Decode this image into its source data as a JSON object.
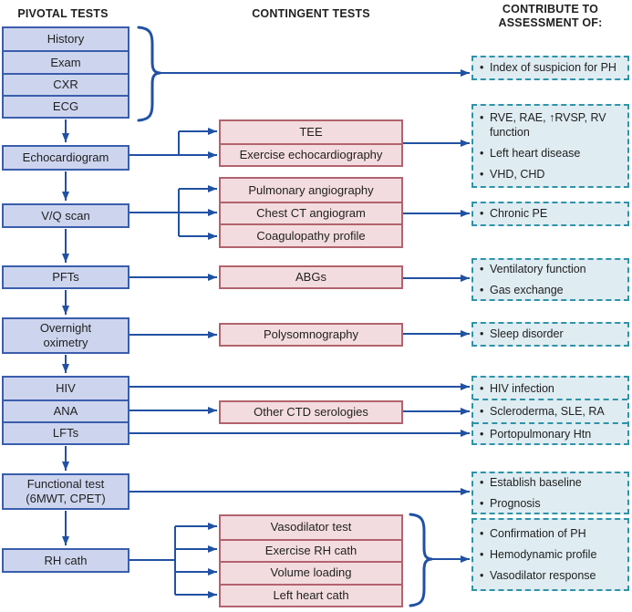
{
  "headers": {
    "pivotal": "PIVOTAL TESTS",
    "contingent": "CONTINGENT TESTS",
    "assessment": "CONTRIBUTE TO\nASSESSMENT OF:"
  },
  "pivotal_tests": [
    "History",
    "Exam",
    "CXR",
    "ECG",
    "Echocardiogram",
    "V/Q scan",
    "PFTs",
    "Overnight\noximetry",
    "HIV",
    "ANA",
    "LFTs",
    "Functional test\n(6MWT, CPET)",
    "RH cath"
  ],
  "contingent_tests": [
    "TEE",
    "Exercise echocardiography",
    "Pulmonary angiography",
    "Chest CT angiogram",
    "Coagulopathy profile",
    "ABGs",
    "Polysomnography",
    "Other CTD serologies",
    "Vasodilator test",
    "Exercise RH cath",
    "Volume loading",
    "Left heart cath"
  ],
  "assessments": [
    {
      "items": [
        "Index of suspicion for PH"
      ]
    },
    {
      "items": [
        "RVE, RAE, ↑RVSP, RV function",
        "Left heart disease",
        "VHD, CHD"
      ]
    },
    {
      "items": [
        "Chronic PE"
      ]
    },
    {
      "items": [
        "Ventilatory function",
        "Gas exchange"
      ]
    },
    {
      "items": [
        "Sleep disorder"
      ]
    },
    {
      "items": [
        "HIV infection"
      ]
    },
    {
      "items": [
        "Scleroderma, SLE, RA"
      ]
    },
    {
      "items": [
        "Portopulmonary Htn"
      ]
    },
    {
      "items": [
        "Establish baseline",
        "Prognosis"
      ]
    },
    {
      "items": [
        "Confirmation of PH",
        "Hemodynamic profile",
        "Vasodilator response"
      ]
    }
  ],
  "colors": {
    "pivotal_fill": "#cdd5ee",
    "pivotal_border": "#3a5dad",
    "contingent_fill": "#f3dcdf",
    "contingent_border": "#b2636e",
    "assessment_fill": "#dfecf2",
    "assessment_border": "#2f93a8",
    "arrow": "#2151a3",
    "text": "#1f1f1f"
  }
}
